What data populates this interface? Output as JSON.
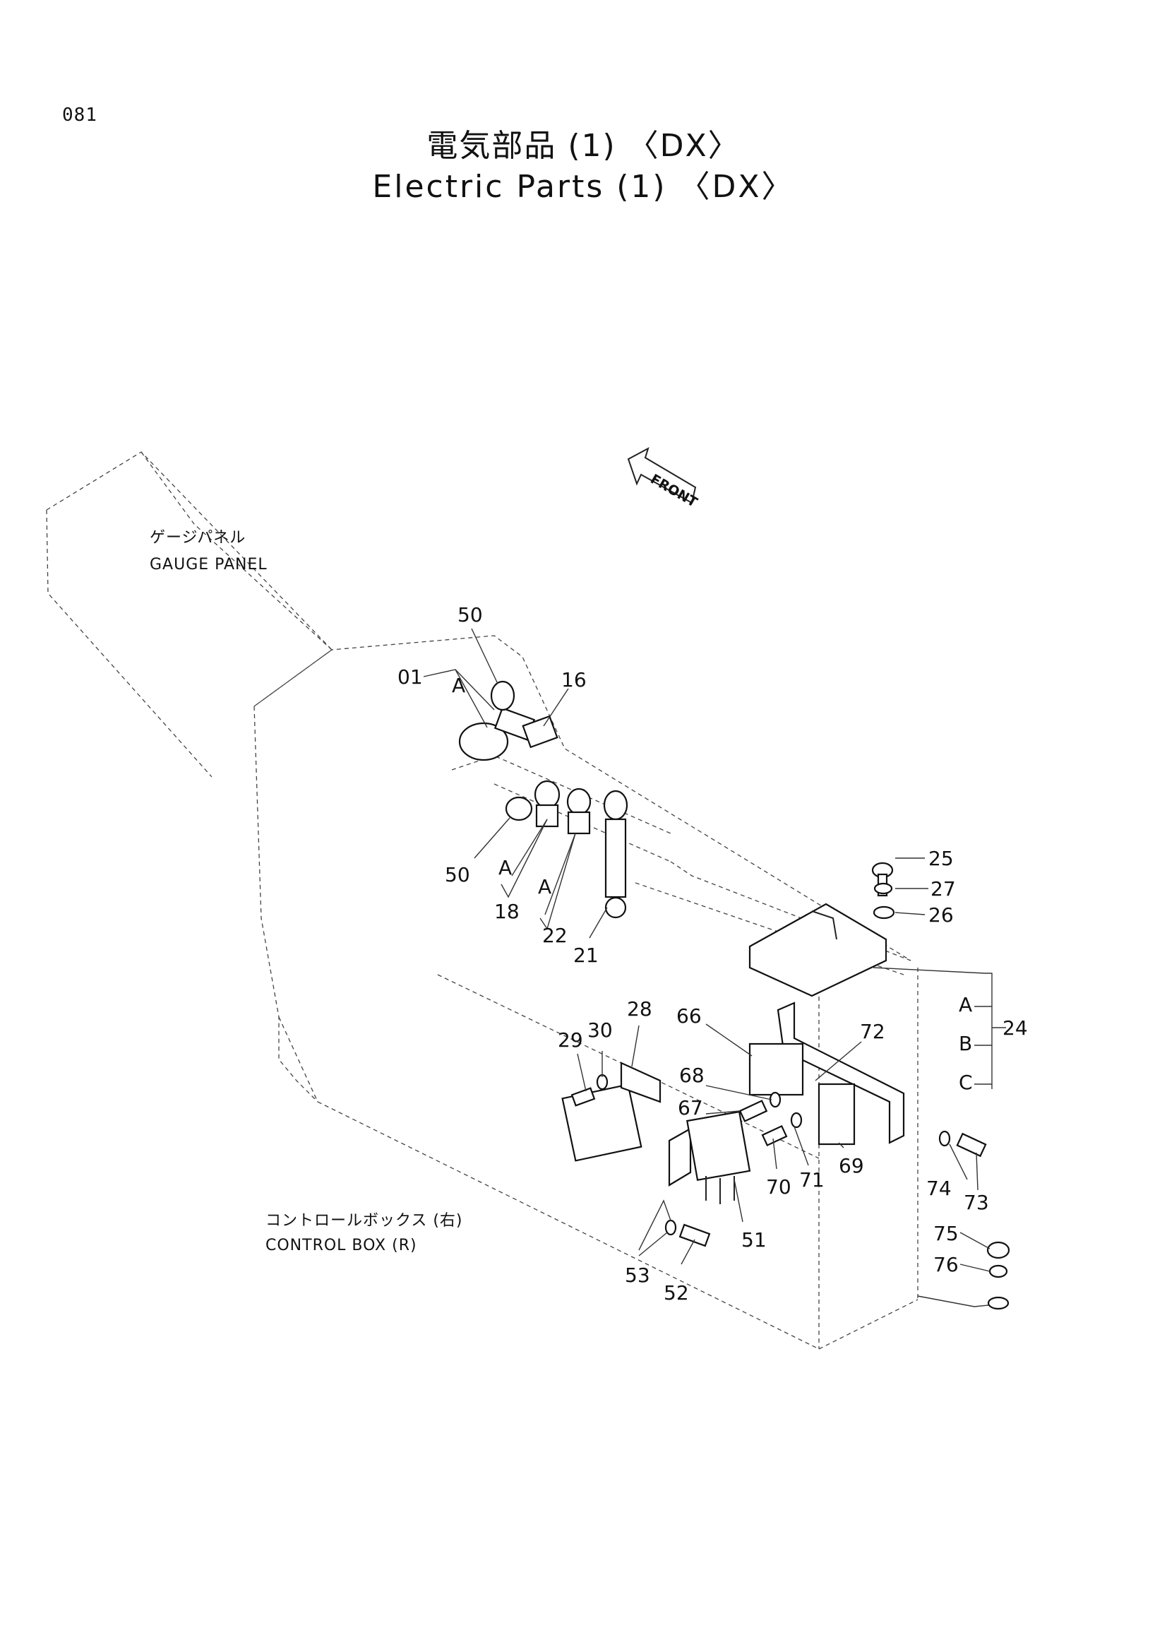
{
  "page": {
    "number": "081",
    "title_jp": "電気部品 (1) 〈DX〉",
    "title_en": "Electric Parts (1) 〈DX〉"
  },
  "labels": {
    "gauge_panel_jp": "ゲージパネル",
    "gauge_panel_en": "GAUGE PANEL",
    "control_box_jp": "コントロールボックス (右)",
    "control_box_en": "CONTROL BOX (R)",
    "front": "FRONT"
  },
  "callouts": {
    "c01": "01",
    "c50a": "50",
    "c50b": "50",
    "c16": "16",
    "c18": "18",
    "c22": "22",
    "c21": "21",
    "c25": "25",
    "c27": "27",
    "c26": "26",
    "c24": "24",
    "c28": "28",
    "c29": "29",
    "c30": "30",
    "c66": "66",
    "c68": "68",
    "c67": "67",
    "c72": "72",
    "c69": "69",
    "c70": "70",
    "c71": "71",
    "c74": "74",
    "c73": "73",
    "c51": "51",
    "c53": "53",
    "c52": "52",
    "c75": "75",
    "c76": "76",
    "ref_a1": "A",
    "ref_a2": "A",
    "ref_a3": "A",
    "bracket_a": "A",
    "bracket_b": "B",
    "bracket_c": "C"
  }
}
